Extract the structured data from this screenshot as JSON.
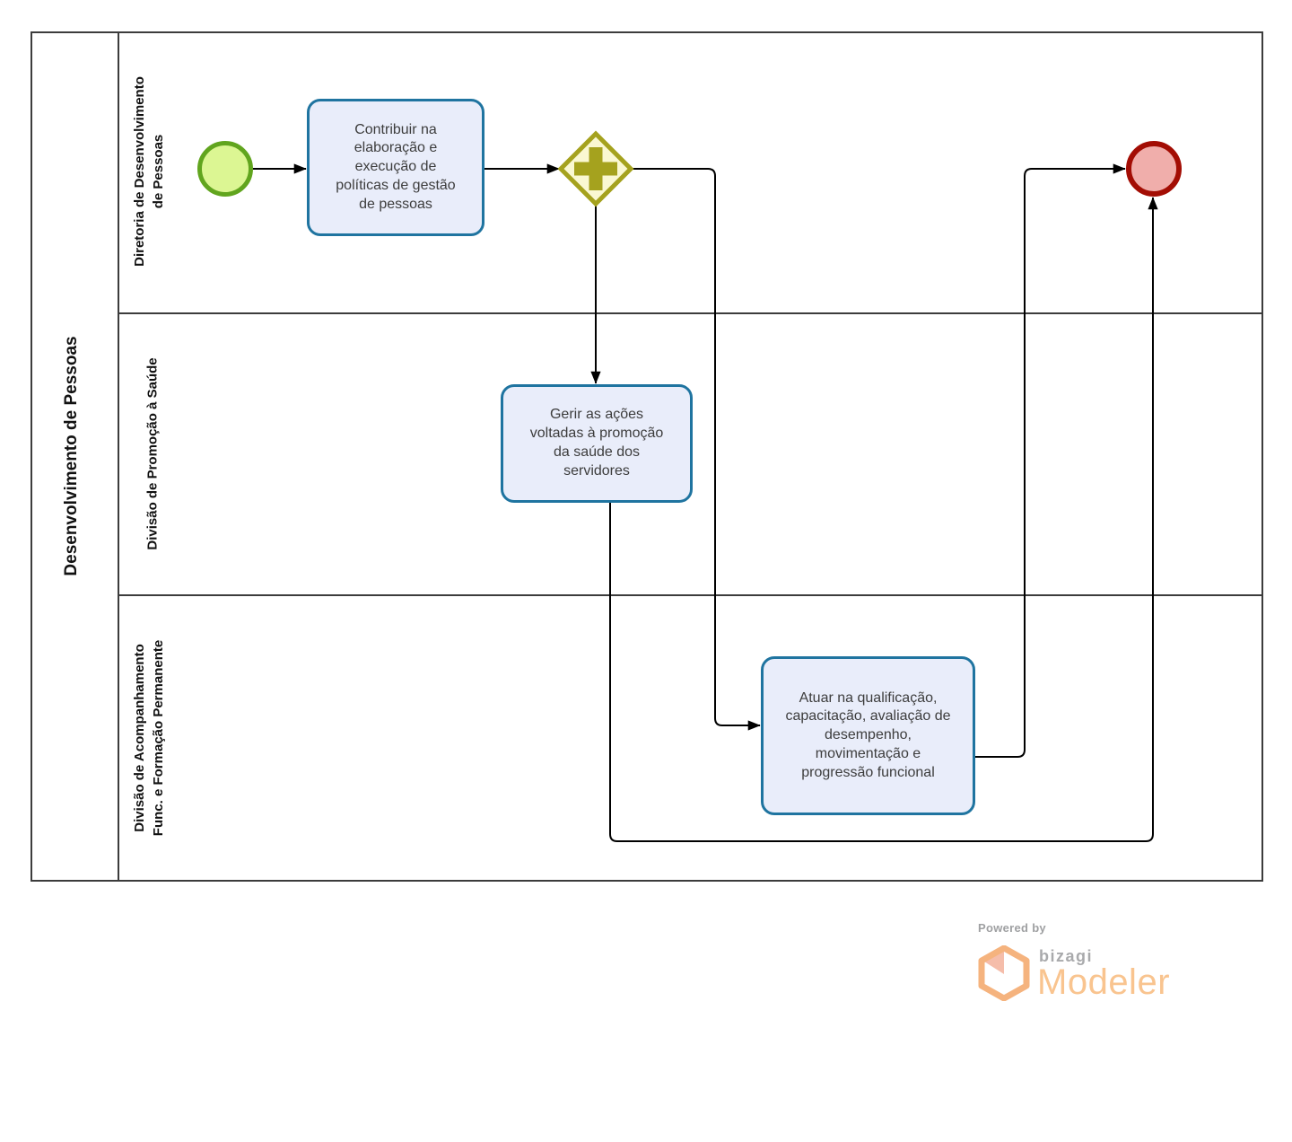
{
  "diagram": {
    "pool_title": "Desenvolvimento de Pessoas",
    "lanes": [
      {
        "label": "Diretoria de Desenvolvimento\nde Pessoas"
      },
      {
        "label": "Divisão de Promoção à Saúde"
      },
      {
        "label": "Divisão de Acompanhamento\nFunc. e Formação Permanente"
      }
    ],
    "tasks": [
      {
        "id": "contribuir",
        "label": "Contribuir na elaboração e execução de políticas de gestão de pessoas"
      },
      {
        "id": "gerir",
        "label": "Gerir as ações voltadas à promoção da saúde dos servidores"
      },
      {
        "id": "atuar",
        "label": "Atuar na qualificação, capacitação, avaliação de desempenho, movimentação e progressão funcional"
      }
    ],
    "nodes": {
      "start_event": "start-event",
      "parallel_gateway": "parallel-gateway-plus",
      "end_event": "end-event"
    },
    "colors": {
      "task-fill": "#E9EDFA",
      "task-border": "#1F74A0",
      "start-fill": "#DCF693",
      "start-border": "#61A51E",
      "end-fill": "#F0AEAB",
      "end-border": "#A30D04",
      "gateway-fill": "#FAF8D2",
      "gateway-border": "#A5A21E",
      "flow-line": "#000000",
      "pool-border": "#3C3C3C",
      "brand-orange": "#F5B37E",
      "brand-text-orange": "#F9C48F",
      "brand-gray": "#9FA0A2"
    }
  },
  "branding": {
    "powered_by": "Powered by",
    "brand": "bizagi",
    "product": "Modeler"
  }
}
